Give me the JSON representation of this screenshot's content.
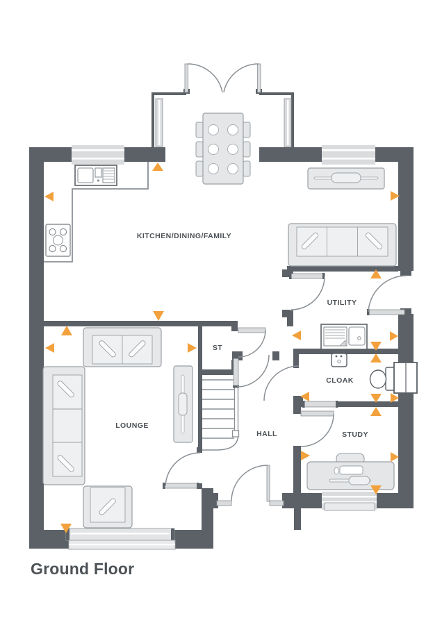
{
  "title": "Ground Floor",
  "rooms": {
    "kitchen": {
      "label": "KITCHEN/DINING/FAMILY"
    },
    "utility": {
      "label": "UTILITY"
    },
    "cloak": {
      "label": "CLOAK"
    },
    "store": {
      "label": "ST"
    },
    "lounge": {
      "label": "LOUNGE"
    },
    "hall": {
      "label": "HALL"
    },
    "study": {
      "label": "STUDY"
    }
  },
  "colors": {
    "wall": "#5b6167",
    "accent": "#f2a13d",
    "label_text": "#4d5256",
    "furniture_fill": "#e7e8ea",
    "furniture_line": "#9aa0a5",
    "thin_line": "#8a9095",
    "window_fill": "#d9dbdd"
  },
  "markers": {
    "shape": "dimension-triangle",
    "color": "#f2a13d",
    "count": 20
  }
}
